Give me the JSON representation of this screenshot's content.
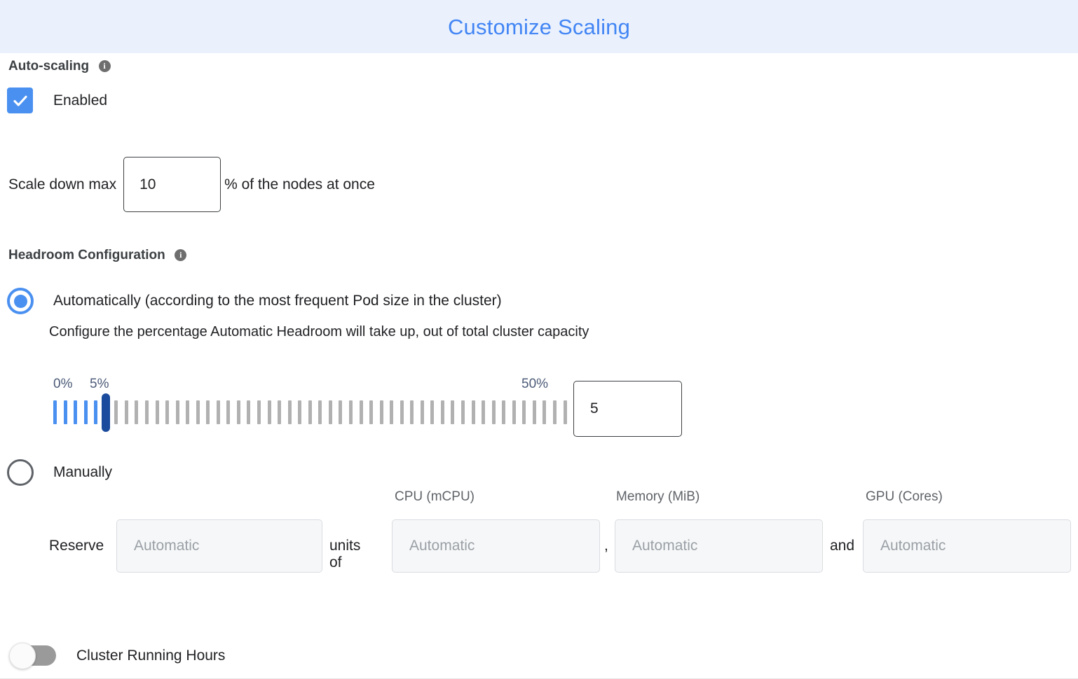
{
  "dialog": {
    "title": "Customize Scaling",
    "header_bg": "#eaf1fd",
    "title_color": "#4285f4"
  },
  "autoscaling": {
    "section_label": "Auto-scaling",
    "info_icon": "info-icon",
    "info_glyph": "i",
    "checkbox_checked": true,
    "checkbox_label": "Enabled",
    "checkbox_color": "#4a90f0"
  },
  "scale_down": {
    "prefix_label": "Scale down max",
    "value": "10",
    "placeholder": "",
    "suffix_label": "% of the nodes at once"
  },
  "headroom": {
    "section_label": "Headroom Configuration",
    "info_glyph": "i",
    "selected_mode": "automatic",
    "automatic": {
      "radio_label": "Automatically (according to the most frequent Pod size in the cluster)",
      "description": "Configure the percentage Automatic Headroom will take up, out of total cluster capacity"
    },
    "manual": {
      "radio_label": "Manually",
      "reserve_label": "Reserve",
      "connector_units_of": "units of",
      "connector_comma": ",",
      "connector_and": "and",
      "columns": [
        {
          "header": "",
          "placeholder": "Automatic",
          "name": "units"
        },
        {
          "header": "CPU (mCPU)",
          "placeholder": "Automatic",
          "name": "cpu"
        },
        {
          "header": "Memory (MiB)",
          "placeholder": "Automatic",
          "name": "memory"
        },
        {
          "header": "GPU (Cores)",
          "placeholder": "Automatic",
          "name": "gpu"
        }
      ]
    }
  },
  "slider": {
    "min_label": "0%",
    "current_label": "5%",
    "max_label": "50%",
    "min": 0,
    "max": 50,
    "value": 5,
    "tick_count": 51,
    "value_box": "5",
    "filled_color": "#4a90f0",
    "empty_color": "#b1b1b1",
    "thumb_color": "#1a4b9c"
  },
  "cluster_running_hours": {
    "toggle_on": false,
    "label": "Cluster Running Hours",
    "track_color": "#9a9a9a"
  }
}
